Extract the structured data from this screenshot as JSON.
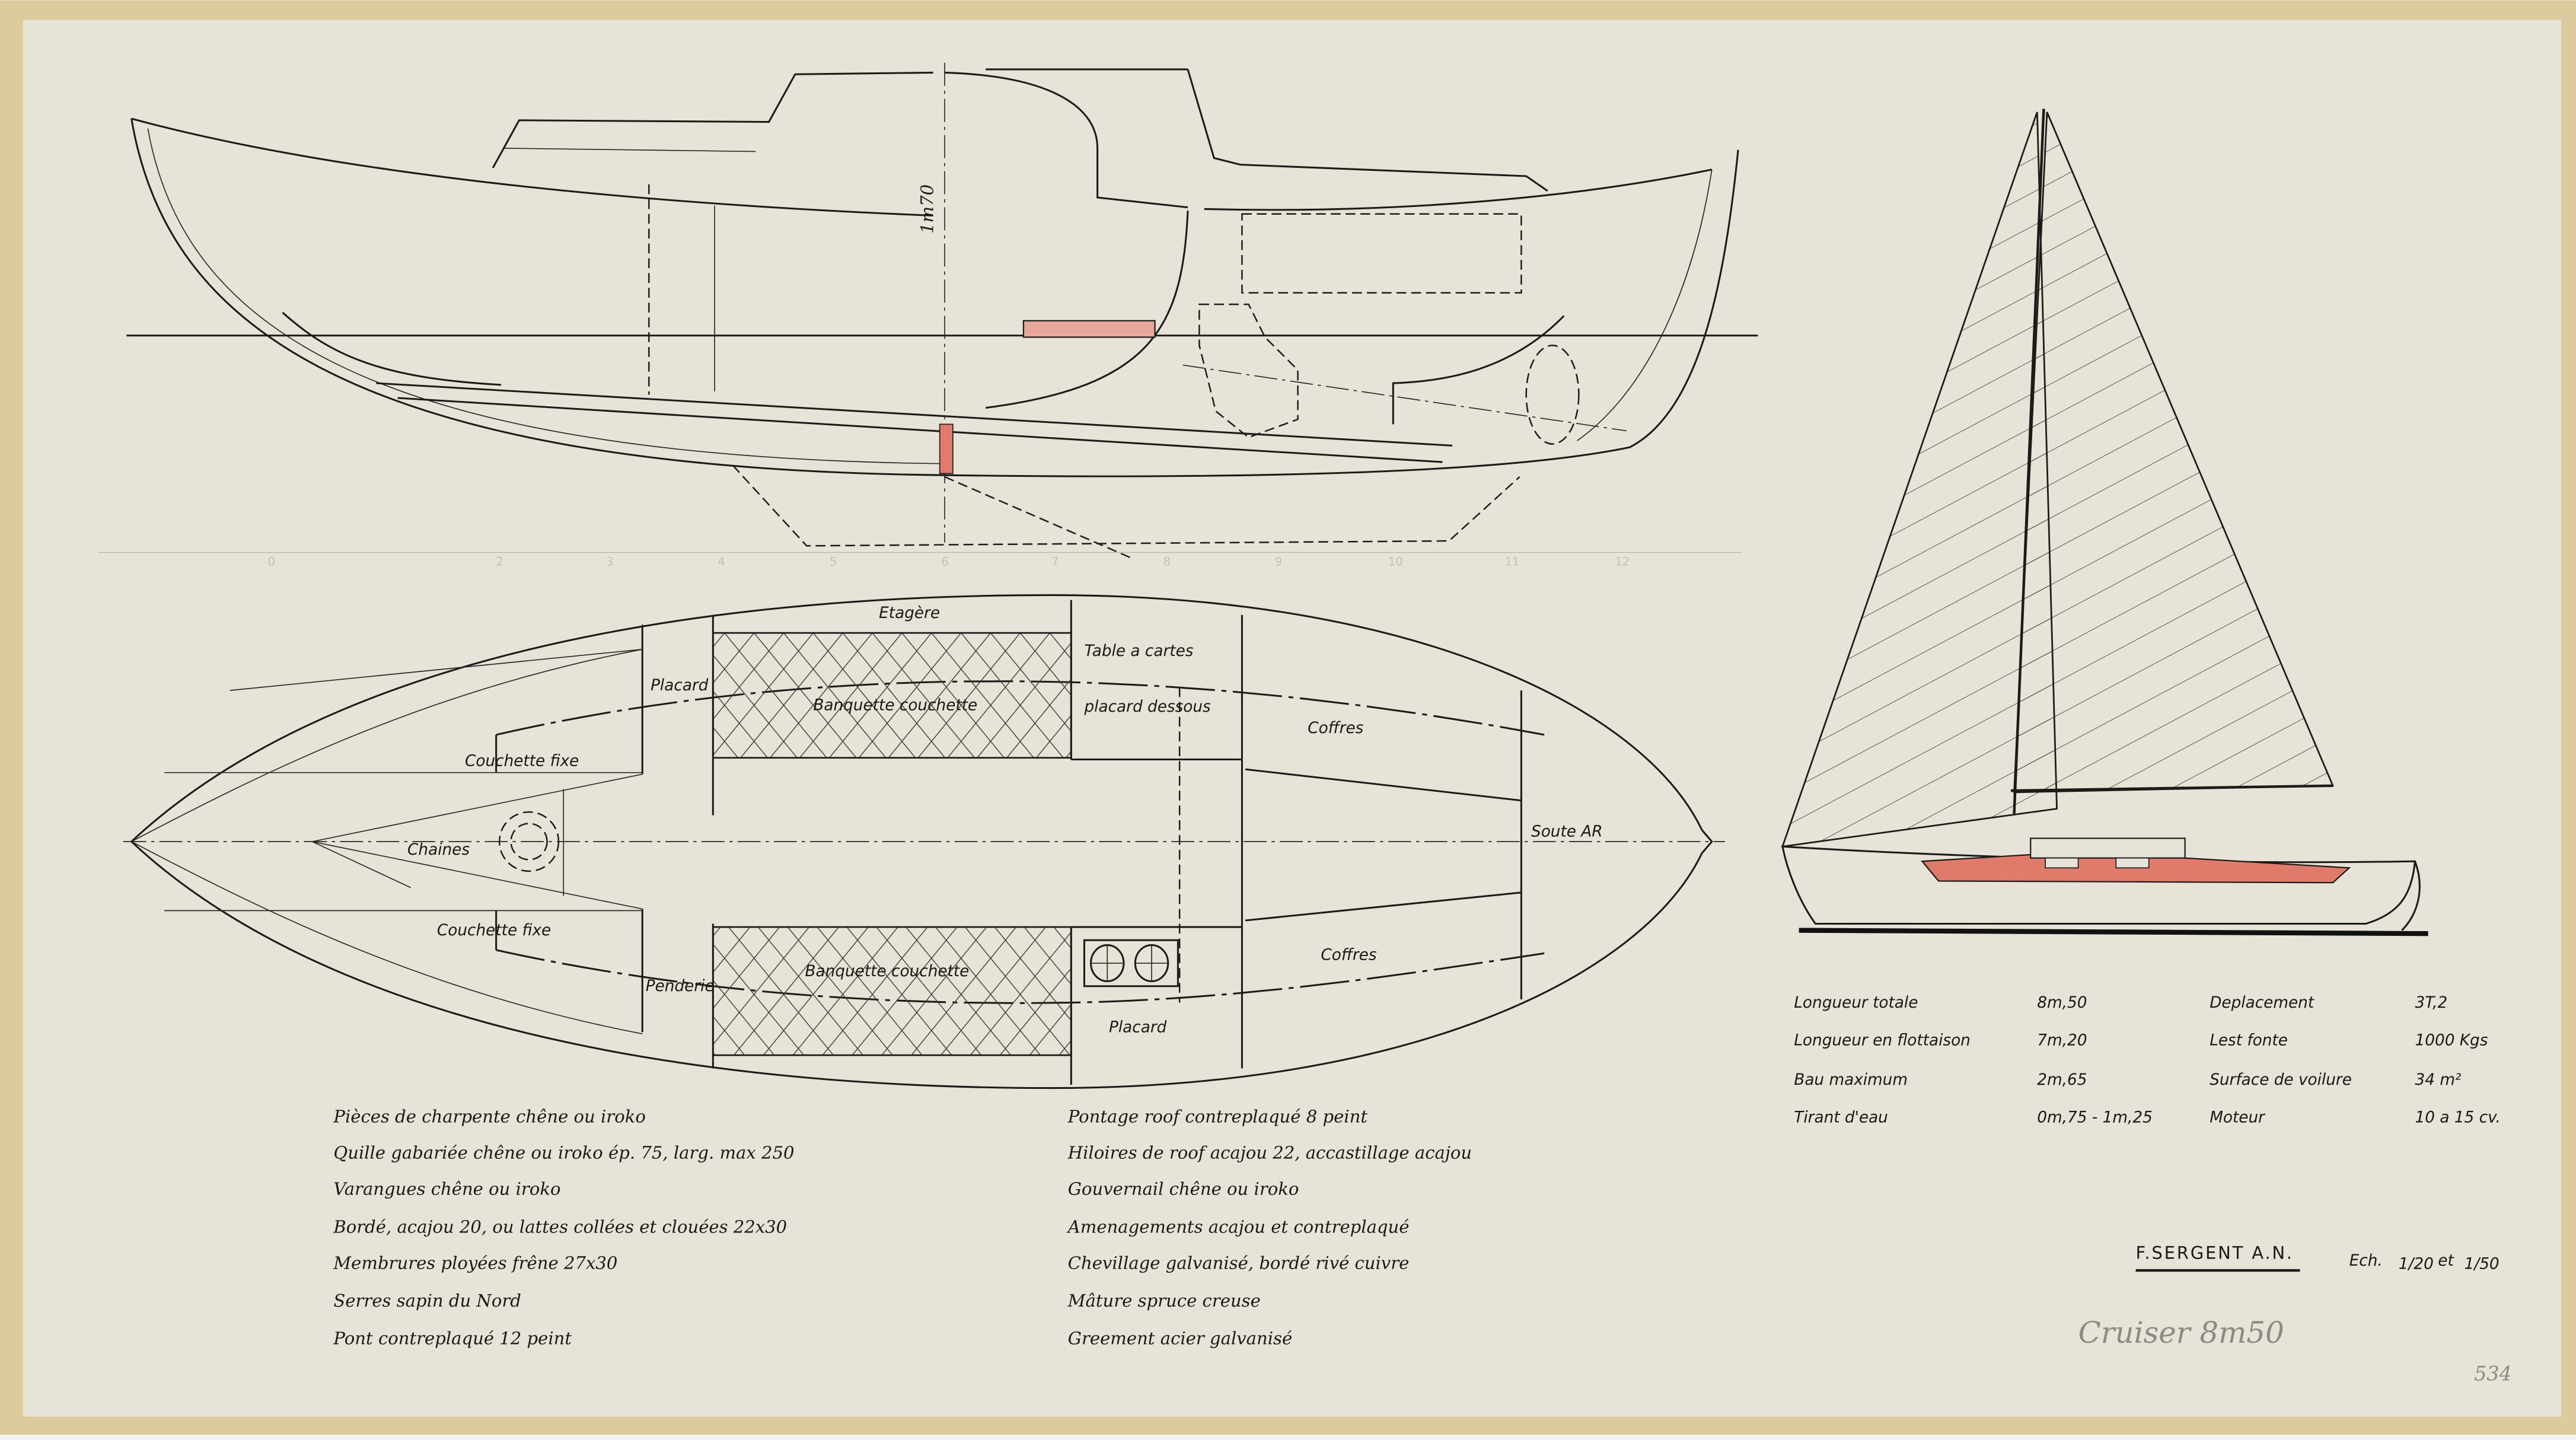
{
  "colors": {
    "paper": "#e7e3d9",
    "tape": "#dccb9c",
    "ink": "#1c1b19",
    "red_fill": "#e07a6a"
  },
  "profile": {
    "height_dimension": "1m70",
    "stations": [
      "0",
      "2",
      "3",
      "4",
      "5",
      "6",
      "7",
      "8",
      "9",
      "10",
      "11",
      "12"
    ]
  },
  "plan": {
    "labels": {
      "etagere": "Etagère",
      "placard_fwd": "Placard",
      "table_a_cartes": "Table a cartes",
      "banquette_top": "Banquette couchette",
      "placard_dessous": "placard dessous",
      "couchette_fixe_top": "Couchette fixe",
      "chaines": "Chaines",
      "couchette_fixe_bottom": "Couchette fixe",
      "penderie": "Penderie",
      "banquette_bottom": "Banquette couchette",
      "placard_aft": "Placard",
      "coffres_top": "Coffres",
      "coffres_bottom": "Coffres",
      "soute": "Soute AR"
    }
  },
  "notes_left": [
    "Pièces de charpente chêne ou iroko",
    "Quille gabariée chêne ou iroko ép. 75, larg. max 250",
    "Varangues chêne ou iroko",
    "Bordé, acajou 20, ou lattes collées et clouées 22x30",
    "Membrures ployées frêne 27x30",
    "Serres sapin du Nord",
    "Pont contreplaqué 12 peint"
  ],
  "notes_right": [
    "Pontage roof contreplaqué 8 peint",
    "Hiloires de roof acajou 22, accastillage acajou",
    "Gouvernail chêne ou iroko",
    "Amenagements acajou et contreplaqué",
    "Chevillage galvanisé, bordé rivé cuivre",
    "Mâture spruce creuse",
    "Greement acier galvanisé"
  ],
  "specs": [
    {
      "label": "Longueur totale",
      "value": "8m,50"
    },
    {
      "label": "Longueur en flottaison",
      "value": "7m,20"
    },
    {
      "label": "Bau maximum",
      "value": "2m,65"
    },
    {
      "label": "Tirant d'eau",
      "value": "0m,75 - 1m,25"
    },
    {
      "label": "Deplacement",
      "value": "3T,2"
    },
    {
      "label": "Lest fonte",
      "value": "1000 Kgs"
    },
    {
      "label": "Surface de voilure",
      "value": "34 m²"
    },
    {
      "label": "Moteur",
      "value": "10 a 15 cv."
    }
  ],
  "title_block": {
    "designer": "F.SERGENT A.N.",
    "scale_prefix": "Ech.",
    "scale_1": "1/20",
    "scale_join": "et",
    "scale_2": "1/50"
  },
  "pencil": {
    "model": "Cruiser 8m50",
    "sheet_number": "534"
  }
}
